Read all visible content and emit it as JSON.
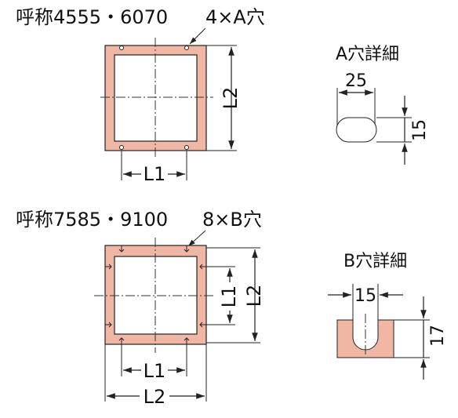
{
  "top_view": {
    "title": "呼称4555・6070",
    "hole_callout": "4×A穴",
    "dim_width": "L1",
    "dim_height": "L2"
  },
  "bottom_view": {
    "title": "呼称7585・9100",
    "hole_callout": "8×B穴",
    "dim_width_inner": "L1",
    "dim_width_outer": "L2",
    "dim_height_inner": "L1",
    "dim_height_outer": "L2"
  },
  "detail_a": {
    "title": "A穴詳細",
    "width": "25",
    "height": "15"
  },
  "detail_b": {
    "title": "B穴詳細",
    "width": "15",
    "height": "17"
  },
  "colors": {
    "frame_fill": "#f0b7a4",
    "line": "#222222"
  }
}
